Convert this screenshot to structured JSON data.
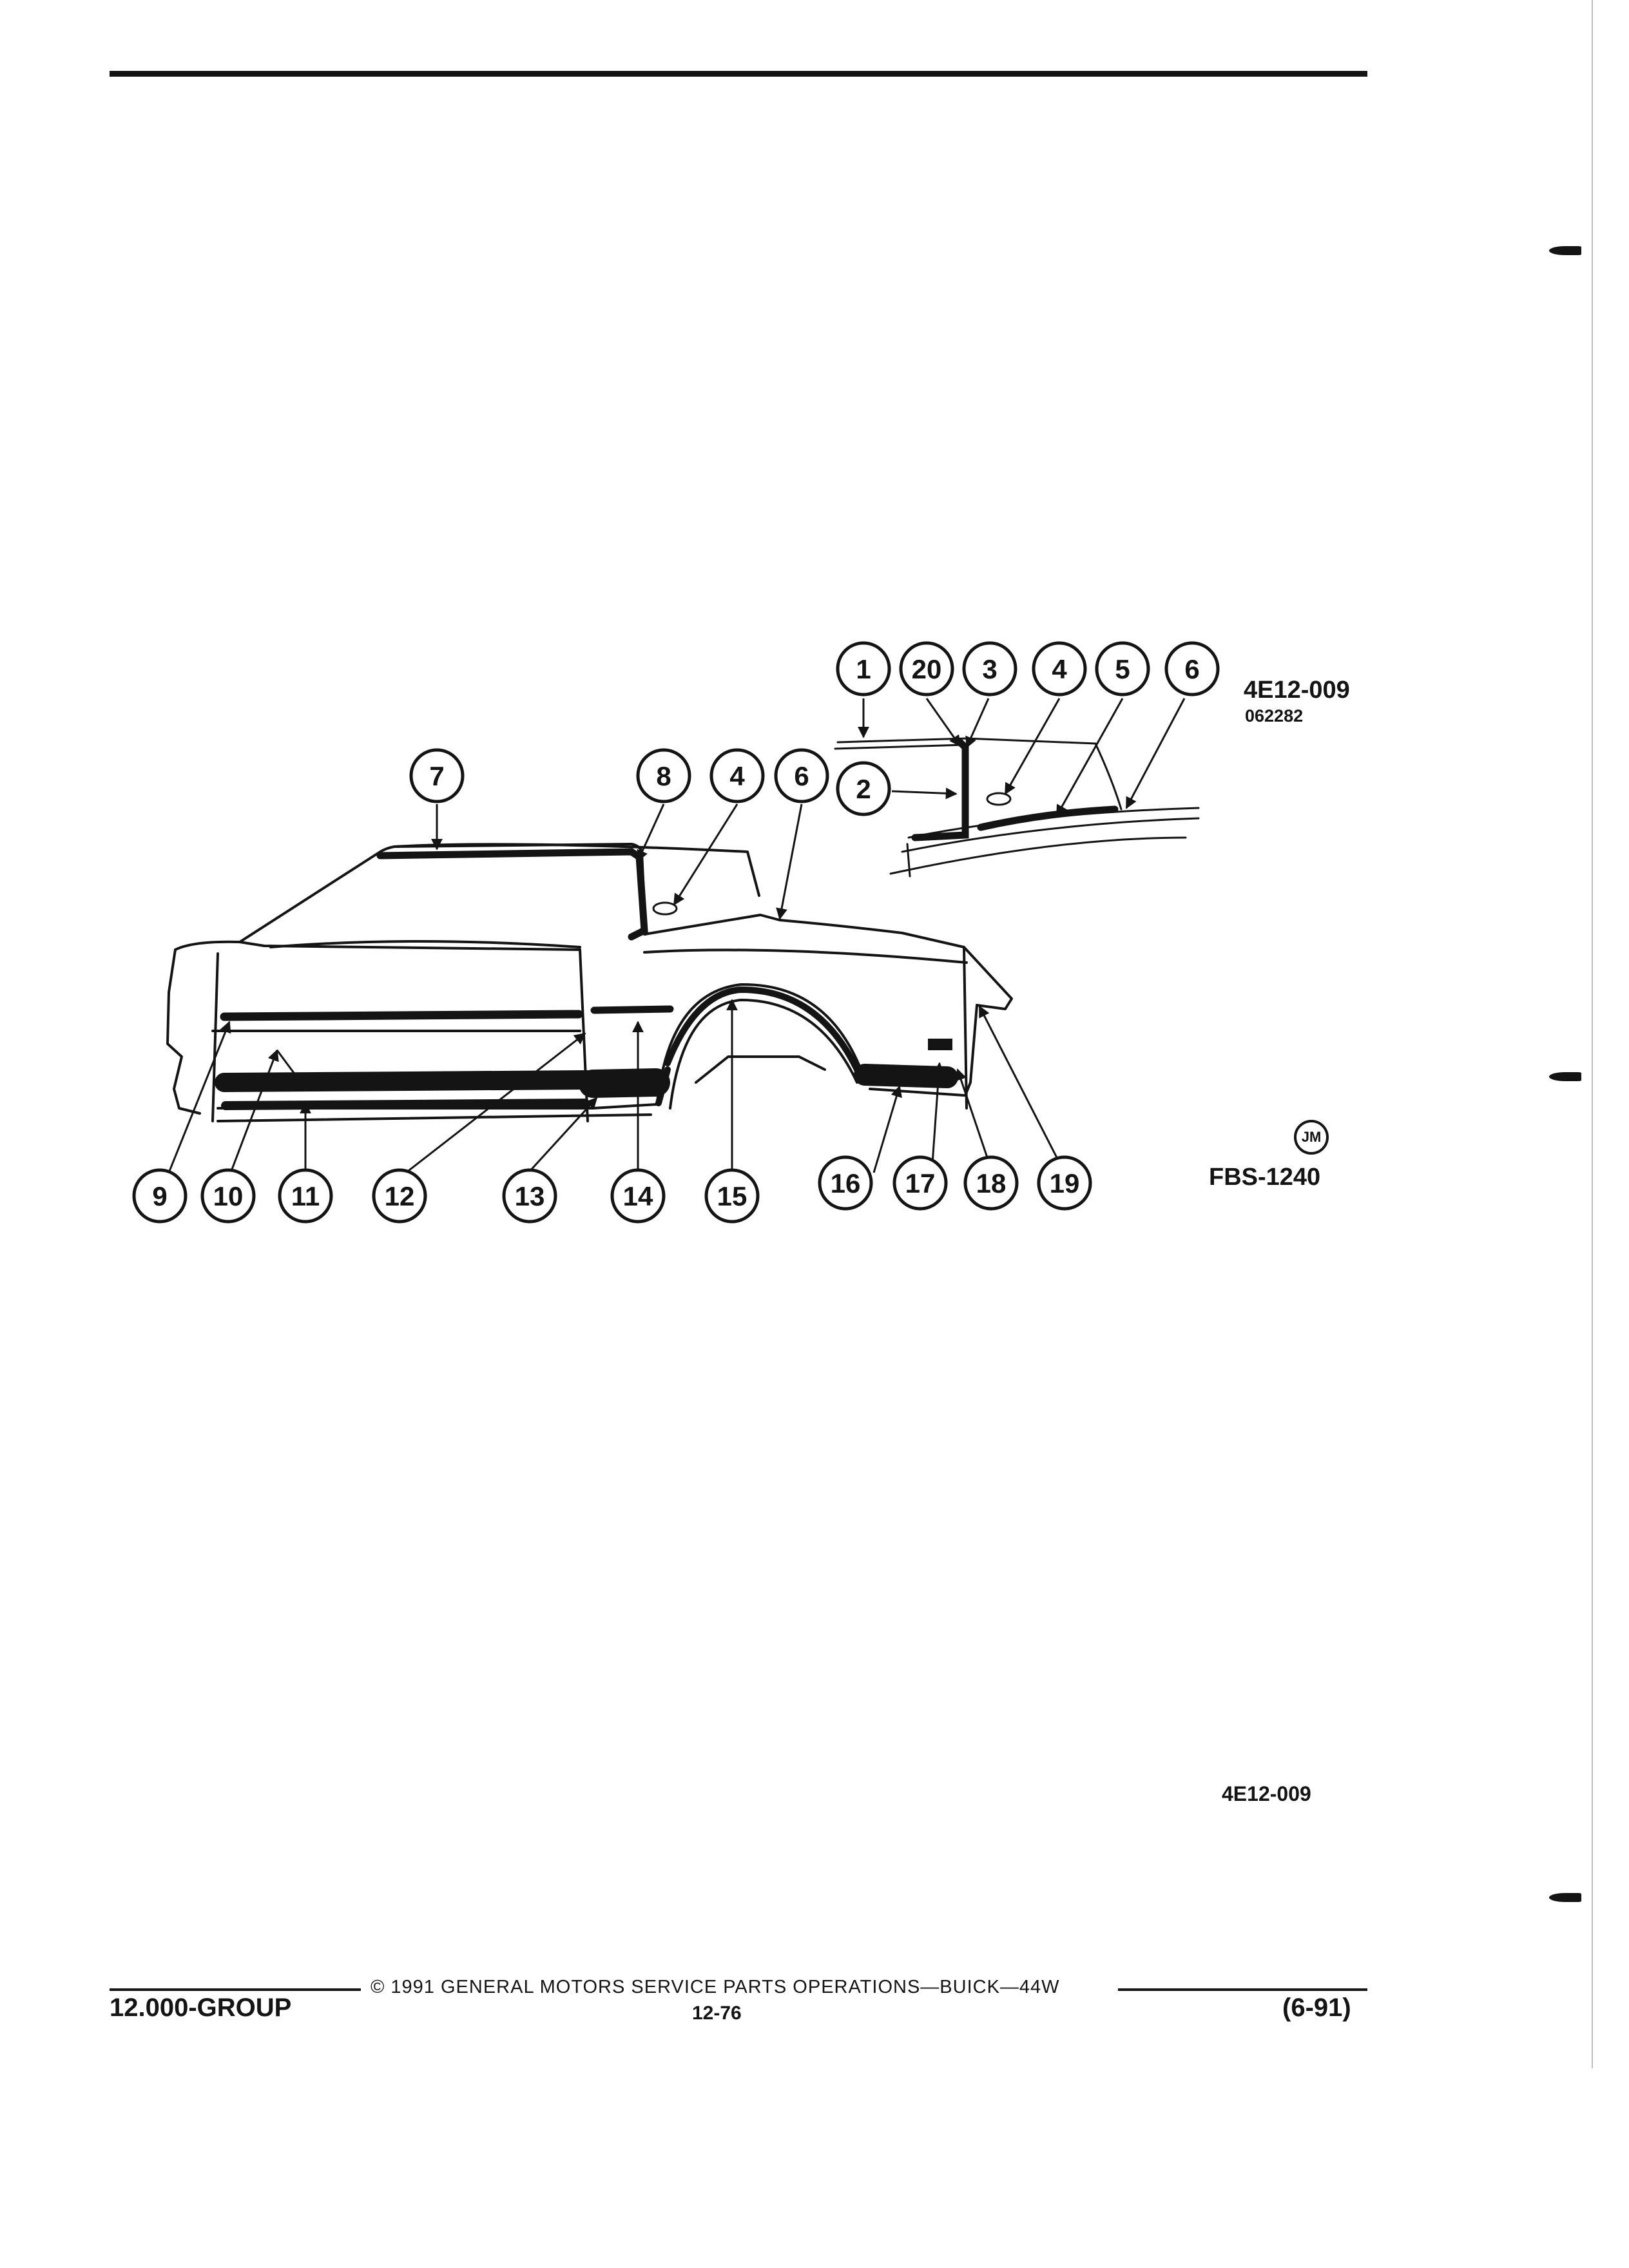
{
  "figure": {
    "ref_code": "4E12-009",
    "ref_date": "062282",
    "illustration_id": "FBS-1240",
    "figure_code": "4E12-009",
    "logo_text": "JM",
    "callouts": {
      "c1": "1",
      "c2": "2",
      "c3": "3",
      "c4a": "4",
      "c4b": "4",
      "c5": "5",
      "c6a": "6",
      "c6b": "6",
      "c7": "7",
      "c8": "8",
      "c9": "9",
      "c10": "10",
      "c11": "11",
      "c12": "12",
      "c13": "13",
      "c14": "14",
      "c15": "15",
      "c16": "16",
      "c17": "17",
      "c18": "18",
      "c19": "19",
      "c20": "20"
    }
  },
  "footer": {
    "group": "12.000-GROUP",
    "copyright_line": "© 1991 GENERAL MOTORS SERVICE PARTS OPERATIONS—BUICK—44W",
    "page": "12-76",
    "date": "(6-91)"
  }
}
